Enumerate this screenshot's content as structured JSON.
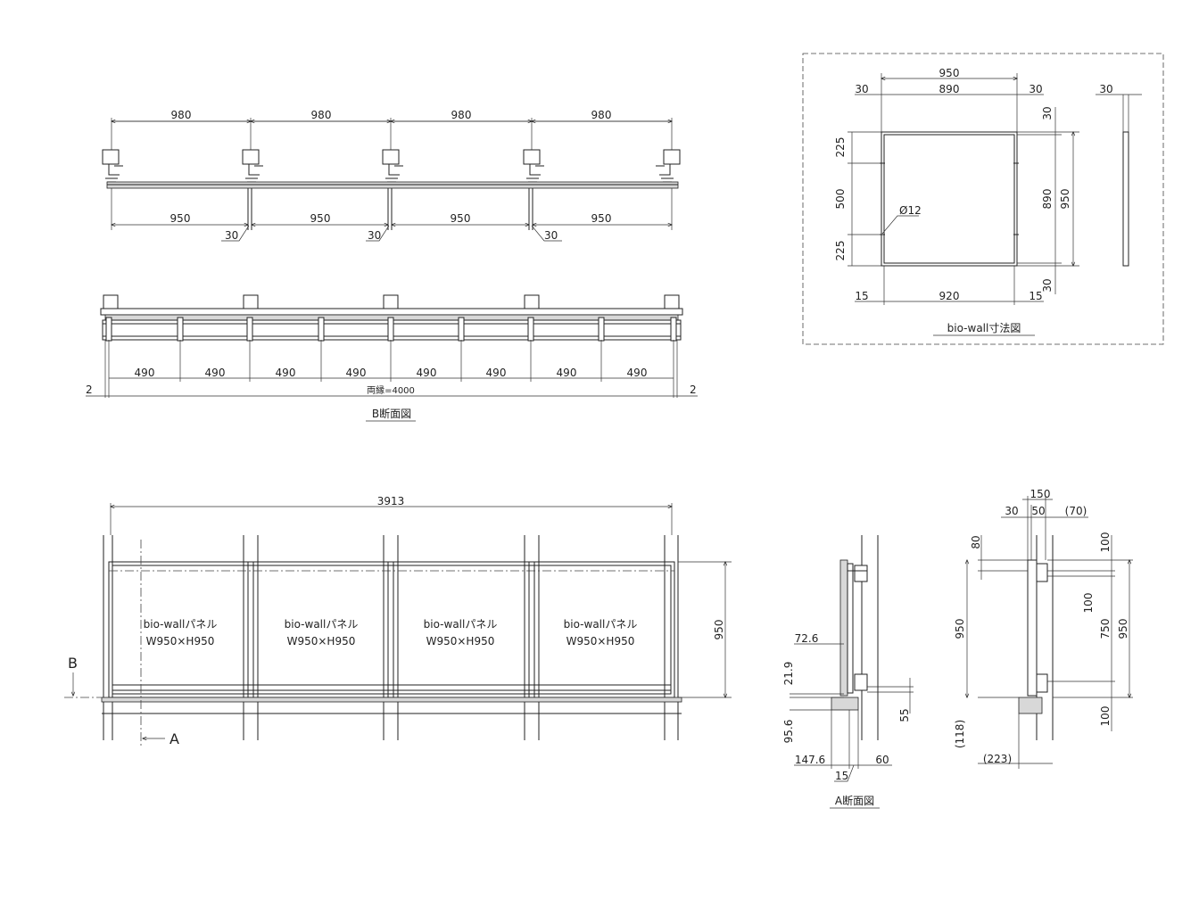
{
  "plan_top": {
    "spans_top": [
      "980",
      "980",
      "980",
      "980"
    ],
    "spans_bottom": [
      "950",
      "950",
      "950",
      "950"
    ],
    "post_width_labels": [
      "30",
      "30",
      "30"
    ]
  },
  "section_b": {
    "spans": [
      "490",
      "490",
      "490",
      "490",
      "490",
      "490",
      "490",
      "490"
    ],
    "end_left": "2",
    "end_right": "2",
    "total": "両縁=4000",
    "title": "B断面図"
  },
  "elevation": {
    "overall": "3913",
    "height": "950",
    "panels": [
      {
        "name": "bio-wallパネル",
        "size": "W950×H950"
      },
      {
        "name": "bio-wallパネル",
        "size": "W950×H950"
      },
      {
        "name": "bio-wallパネル",
        "size": "W950×H950"
      },
      {
        "name": "bio-wallパネル",
        "size": "W950×H950"
      }
    ],
    "marker_b": "B",
    "marker_a": "A"
  },
  "panel_dim": {
    "top_total": "950",
    "top_inner": "890",
    "top_left": "30",
    "top_right": "30",
    "side_thickness": "30",
    "left_225_top": "225",
    "left_500": "500",
    "left_225_bottom": "225",
    "hole": "Ø12",
    "right_30_top": "30",
    "right_890": "890",
    "right_950": "950",
    "right_30_bottom": "30",
    "bottom_left": "15",
    "bottom_inner": "920",
    "bottom_right": "15",
    "title": "bio-wall寸法図"
  },
  "section_a": {
    "d72": "72.6",
    "d21": "21.9",
    "d95": "95.6",
    "d55": "55",
    "d147": "147.6",
    "d60": "60",
    "d15": "15",
    "title": "A断面図"
  },
  "section_c": {
    "top150": "150",
    "top30": "30",
    "top50": "50",
    "top70": "(70)",
    "d80": "80",
    "d950": "950",
    "d118": "(118)",
    "d223": "(223)",
    "d100a": "100",
    "d100b": "100",
    "d750": "750",
    "d950r": "950",
    "d100c": "100"
  }
}
